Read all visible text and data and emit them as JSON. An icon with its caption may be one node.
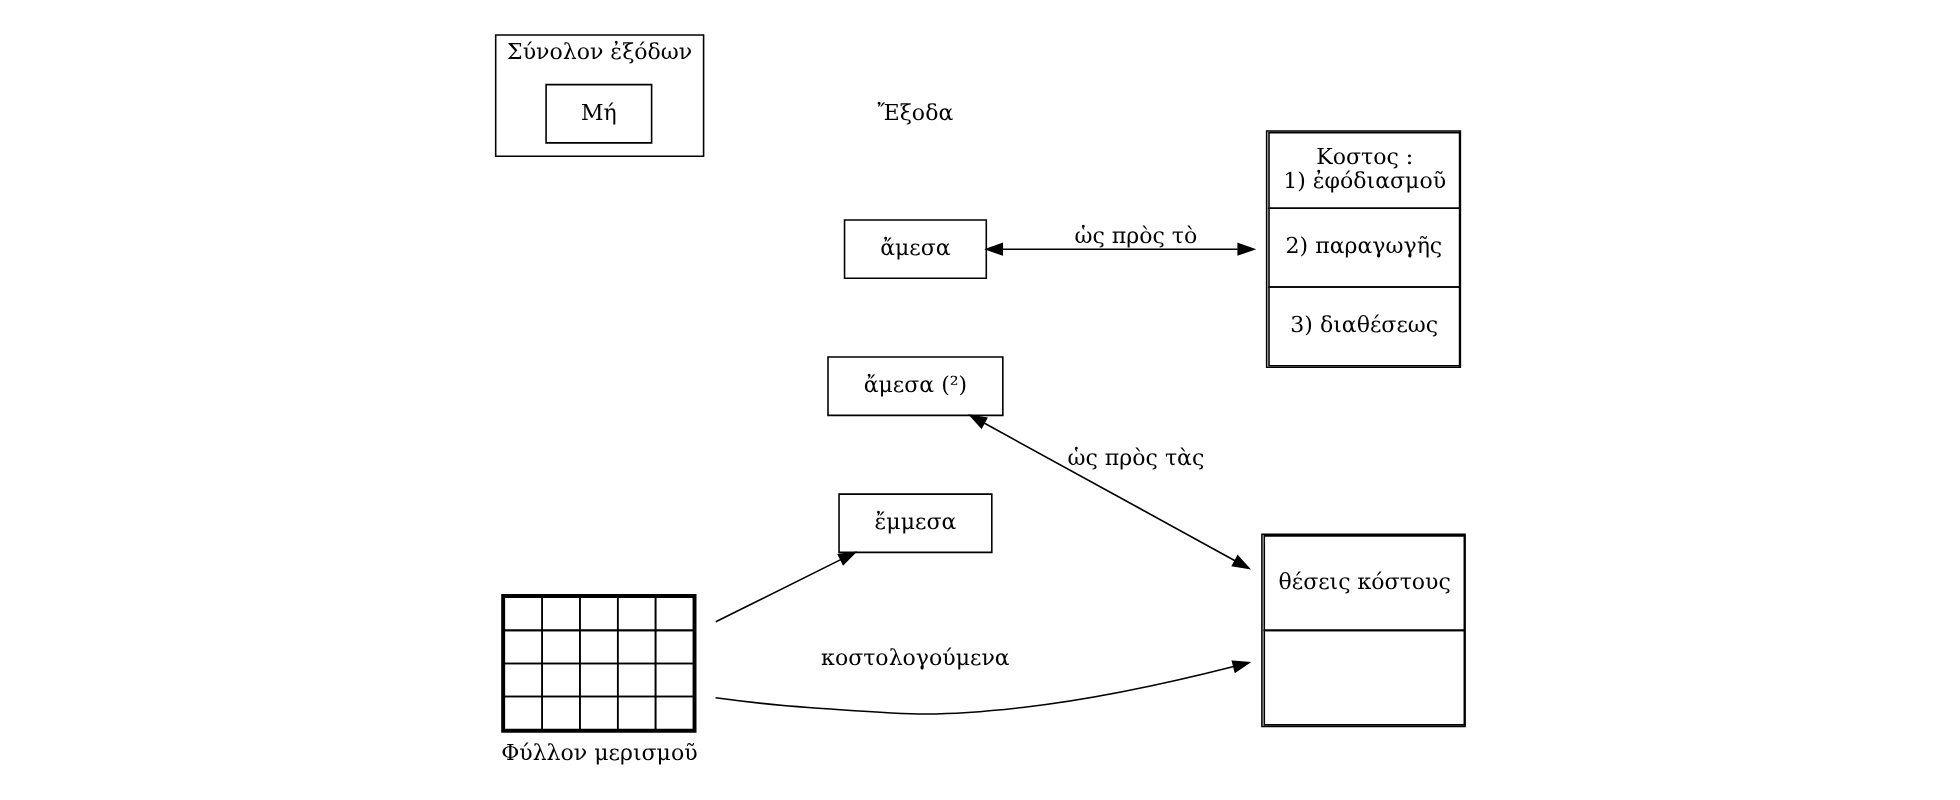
{
  "diagram": {
    "nodes": [
      {
        "text": [
          "Σύνολον ἐξόδων"
        ]
      },
      {
        "text": [
          "Μή"
        ],
        "in": 0
      },
      {
        "text": [
          "ἄμεσα"
        ]
      },
      {
        "text": [
          "ἄμεσα (²)"
        ]
      },
      {
        "text": [
          "ἔμμεσα"
        ]
      },
      {
        "text": [
          "Φύλλον μερισμοῦ"
        ]
      },
      {
        "text": [
          "θέσεις κόστους"
        ]
      },
      {
        "text": [
          "Κοστος :",
          "1) ἐφόδιασμοῦ",
          "2) παραγωγῆς",
          "3) διαθέσεως"
        ]
      }
    ],
    "edges": [
      {
        "from": 2,
        "to": 7,
        "arrow": "both",
        "label": "ὡς πρὸς τὸ"
      },
      {
        "from": 3,
        "to": 6,
        "arrow": "both",
        "label": "ὡς πρὸς τὰς"
      },
      {
        "from": 5,
        "to": 4,
        "arrow": "to"
      },
      {
        "from": 5,
        "to": 6,
        "arrow": "to"
      }
    ],
    "labels": [
      "Ἔξοδα",
      "κοστολογούμενα"
    ]
  }
}
